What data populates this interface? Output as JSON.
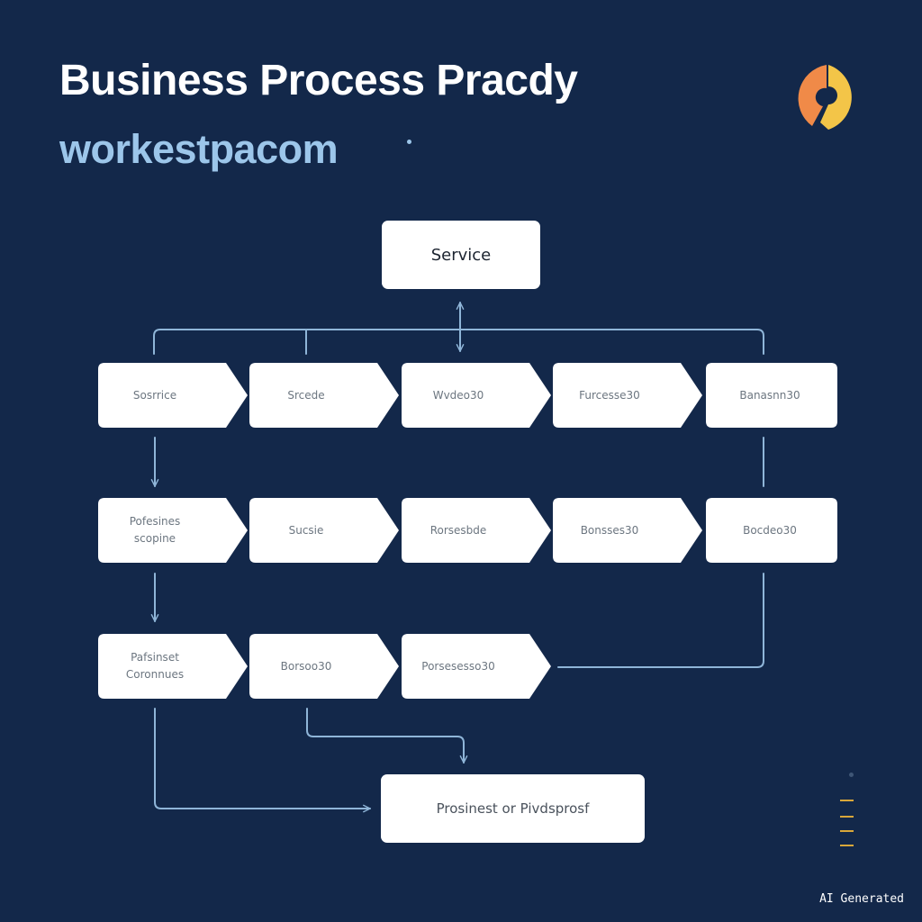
{
  "header": {
    "title": "Business Process Pracdy",
    "subtitle": "workestpacom"
  },
  "colors": {
    "background": "#13284a",
    "subtitle": "#9cc6ea",
    "connector": "#8fb5d8",
    "node_fill": "#ffffff",
    "logo_orange": "#f08a48",
    "logo_yellow": "#f3c548"
  },
  "diagram": {
    "top_node": "Service",
    "bottom_node": "Prosinest or Pivdsprosf",
    "row1": [
      "Sosrrice",
      "Srcede",
      "Wvdeo30",
      "Furcesse30",
      "Banasnn30"
    ],
    "row2": [
      "Pofesines\nscopine",
      "Sucsie",
      "Rorsesbde",
      "Bonsses30",
      "Bocdeo30"
    ],
    "row3": [
      "Pafsinset\nCoronnues",
      "Borsoo30",
      "Porsesesso30"
    ]
  },
  "logo": {
    "icon": "logo-icon"
  },
  "watermark": "AI Generated"
}
